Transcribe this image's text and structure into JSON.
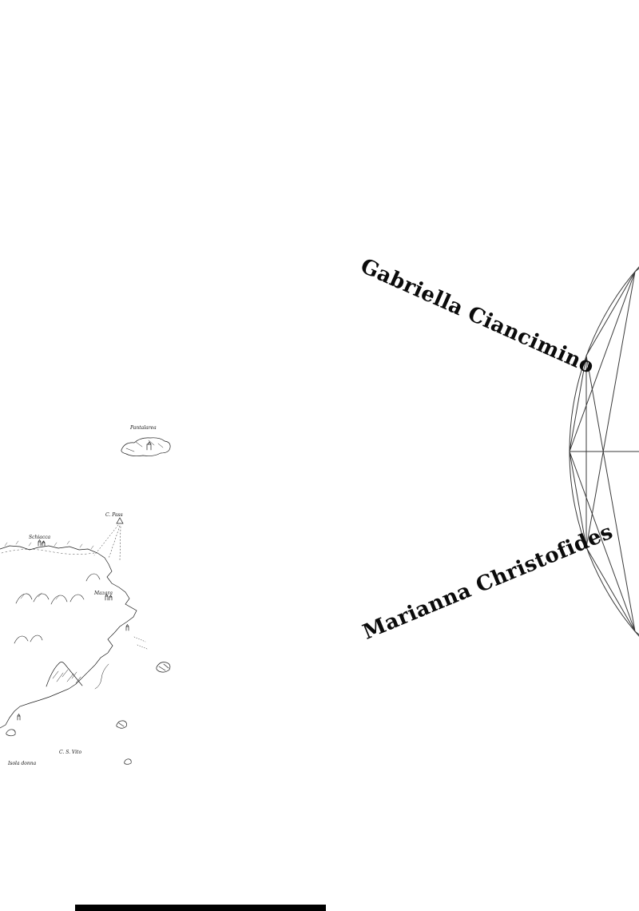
{
  "artists": {
    "first": "Gabriella Ciancimino",
    "second": "Marianna Christofides"
  },
  "map": {
    "labels": [
      "Pantalarea",
      "Schiacca",
      "C. Pass",
      "Mazara",
      "C. S. Vito",
      "Isola donna"
    ]
  },
  "colors": {
    "background": "#ffffff",
    "map_ink": "#1c1c1c",
    "geometry_stroke": "#3a3a3a",
    "footer_bar": "#000000",
    "text": "#0b0b0b"
  }
}
